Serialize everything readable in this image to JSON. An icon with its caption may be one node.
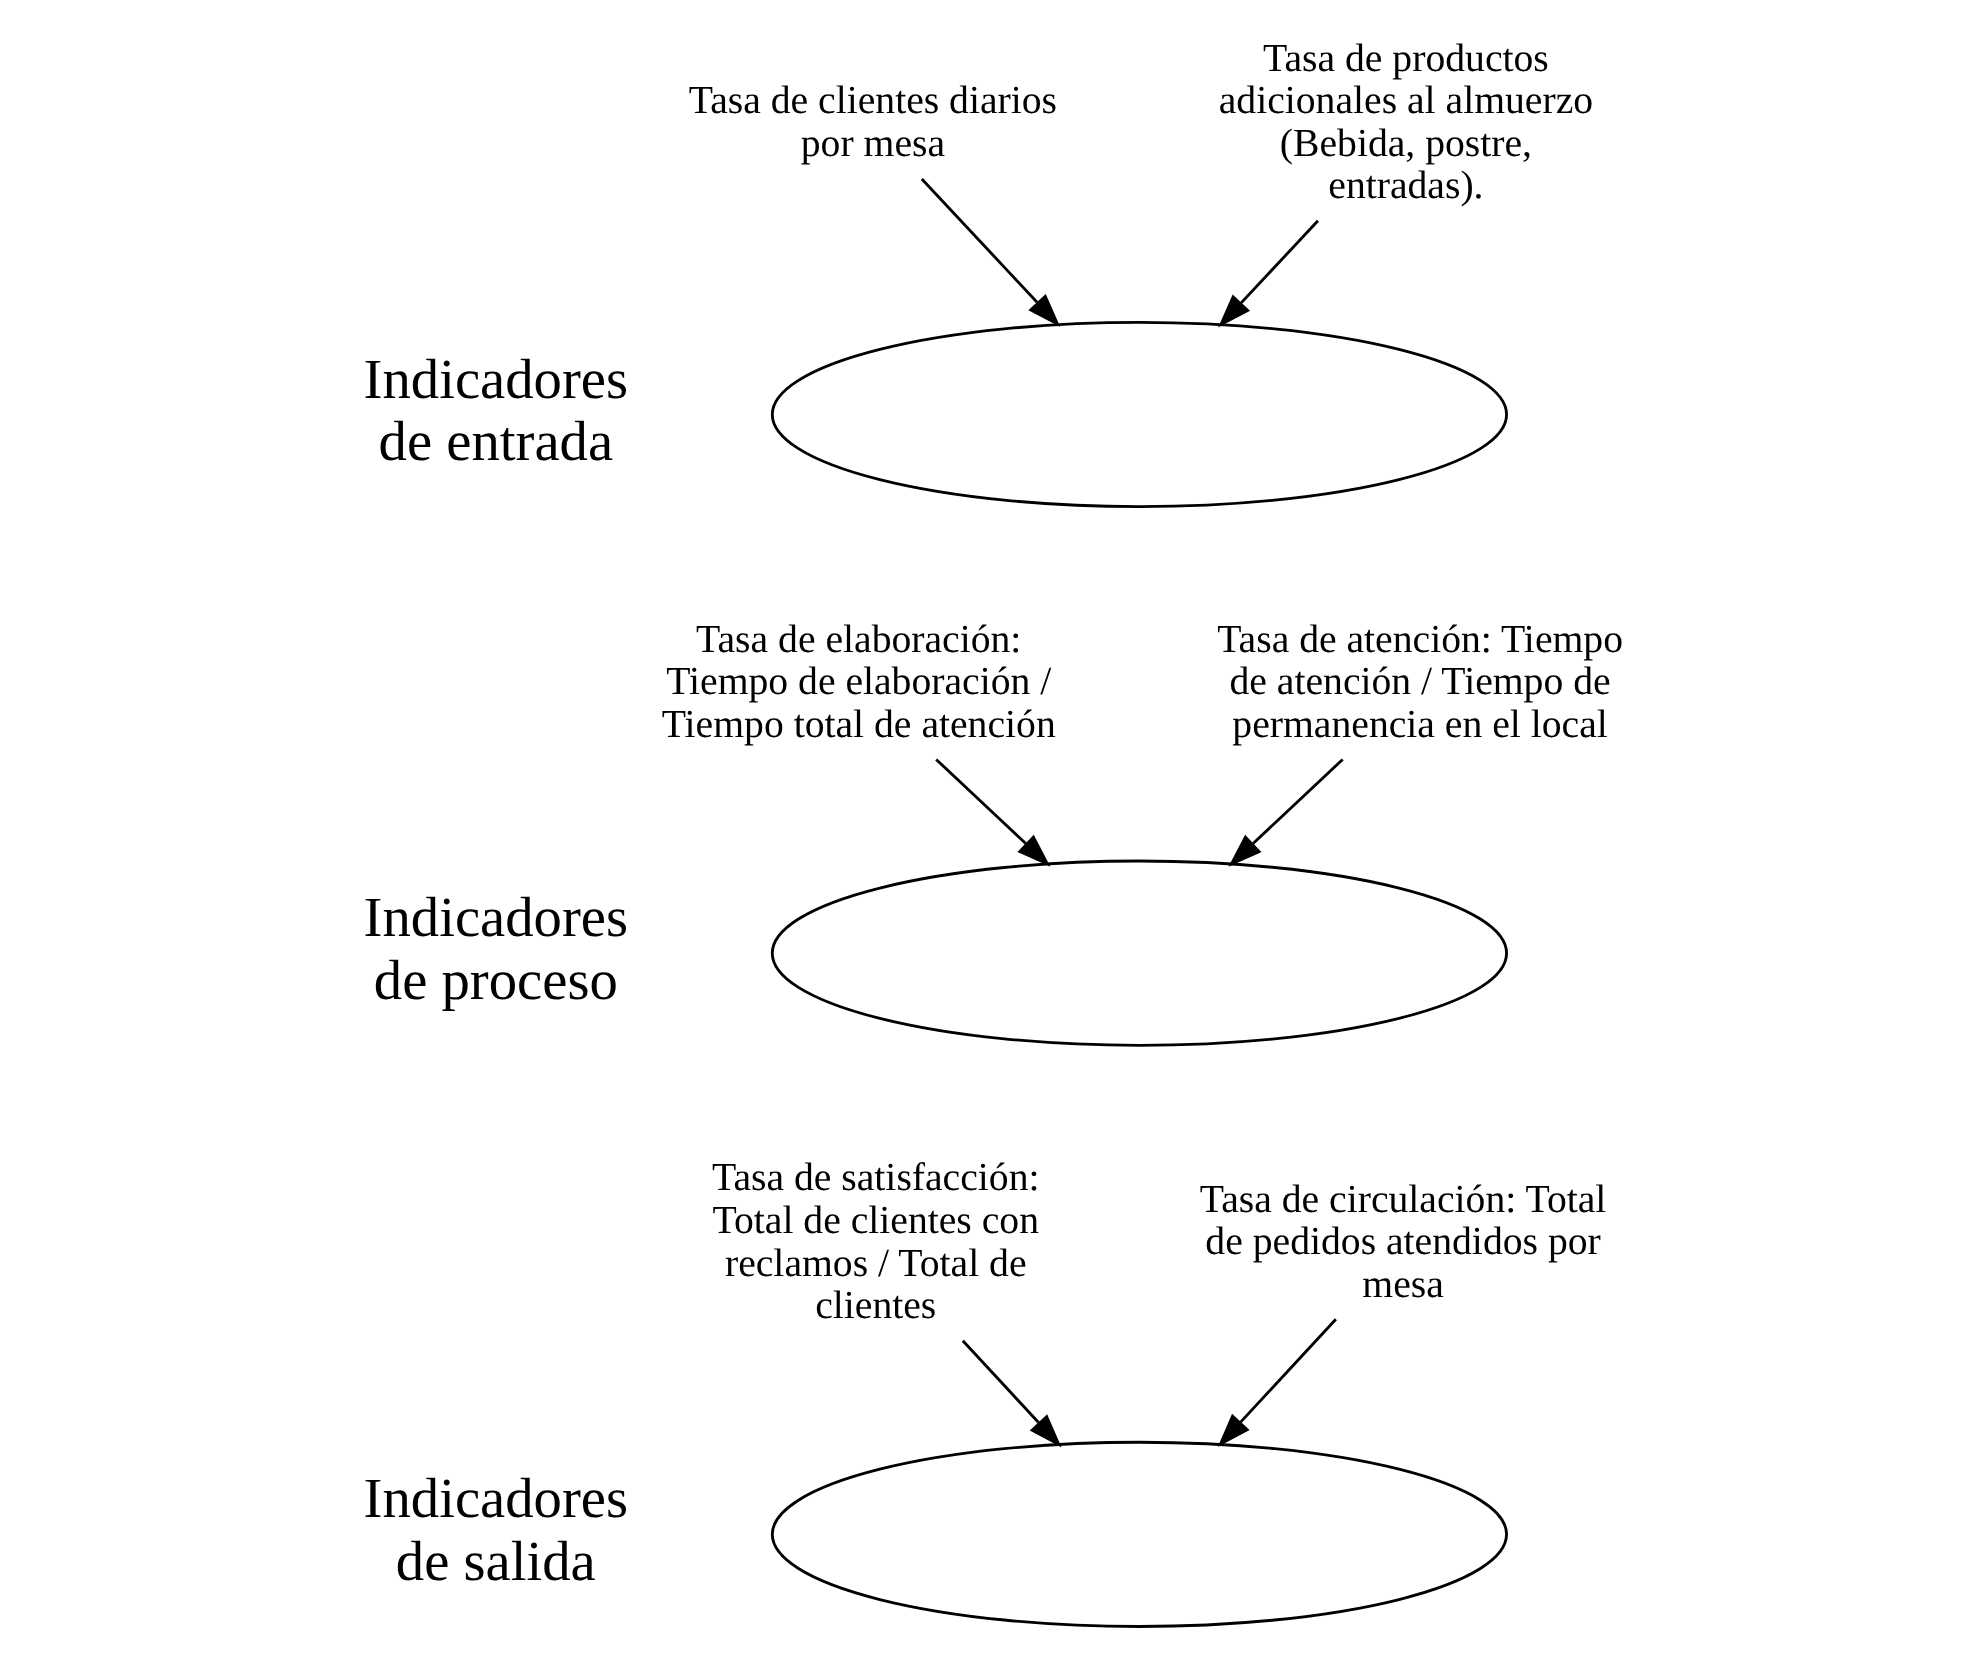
{
  "diagram": {
    "nodes": [
      {
        "text": [
          "Tasa de clientes diarios por mesa"
        ]
      },
      {
        "text": [
          "Tasa de productos adicionales al almuerzo (Bebida, postre, entradas)."
        ]
      },
      {
        "text": [],
        "shape": "ellipse"
      },
      {
        "text": [
          "Tasa de elaboración: Tiempo de elaboración / Tiempo total de atención"
        ]
      },
      {
        "text": [
          "Tasa de atención: Tiempo de atención / Tiempo de permanencia en el local"
        ]
      },
      {
        "text": [],
        "shape": "ellipse"
      },
      {
        "text": [
          "Tasa de satisfacción: Total de clientes con reclamos / Total de clientes"
        ]
      },
      {
        "text": [
          "Tasa de circulación: Total de pedidos atendidos por mesa"
        ]
      },
      {
        "text": [],
        "shape": "ellipse"
      }
    ],
    "edges": [
      {
        "from": 0,
        "to": 2,
        "arrow": "to"
      },
      {
        "from": 1,
        "to": 2,
        "arrow": "to"
      },
      {
        "from": 3,
        "to": 5,
        "arrow": "to"
      },
      {
        "from": 4,
        "to": 5,
        "arrow": "to"
      },
      {
        "from": 6,
        "to": 8,
        "arrow": "to"
      },
      {
        "from": 7,
        "to": 8,
        "arrow": "to"
      }
    ],
    "labels": [
      "Indicadores de entrada",
      "Indicadores de proceso",
      "Indicadores de salida"
    ]
  }
}
